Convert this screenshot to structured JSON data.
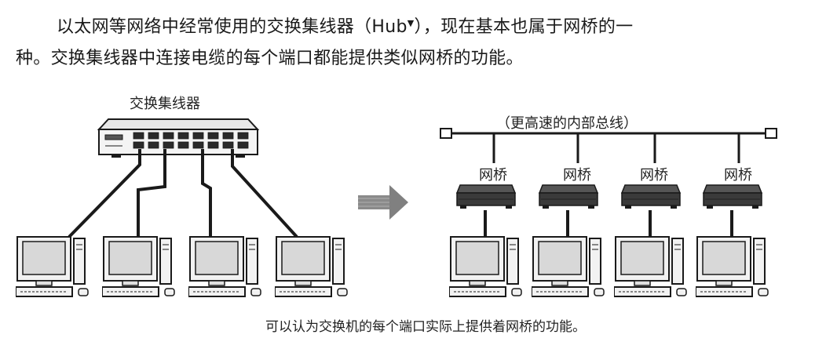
{
  "paragraph": {
    "line1_before": "以太网等网络中经常使用的交换集线器（Hub",
    "footnote_marker": "▼",
    "line1_after": "），现在基本也属于网桥的一",
    "line2": "种。交换集线器中连接电缆的每个端口都能提供类似网桥的功能。"
  },
  "diagram": {
    "hub_label": "交换集线器",
    "bus_label": "（更高速的内部总线）",
    "bridge_labels": [
      "网桥",
      "网桥",
      "网桥",
      "网桥"
    ],
    "caption": "可以认为交换机的每个端口实际上提供着网桥的功能。"
  },
  "colors": {
    "line": "#1a1a1a",
    "bridge_fill": "#3a3a3a",
    "arrow": "#808080",
    "computer_fill": "#f2f2f2"
  }
}
